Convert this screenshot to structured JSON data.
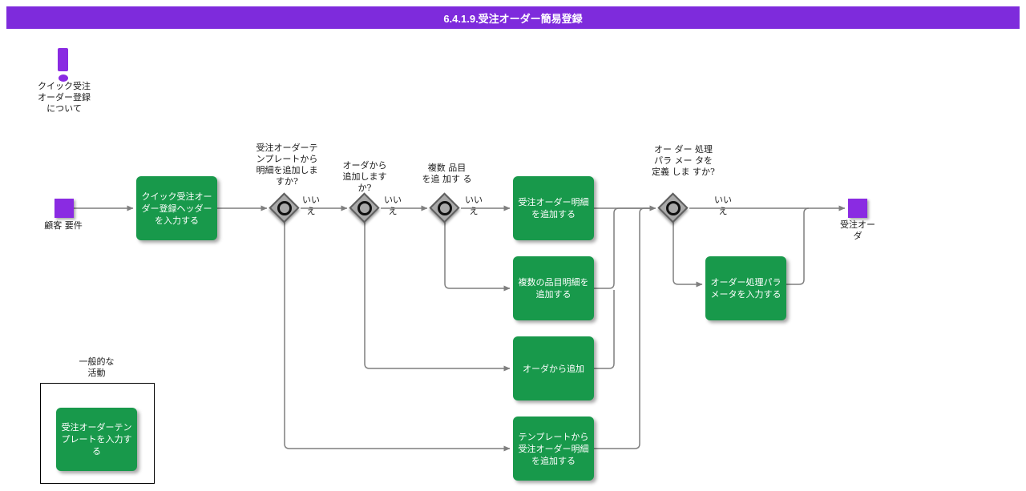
{
  "title": "6.4.1.9.受注オーダー簡易登録",
  "note": {
    "label": "クイック受注\nオーダー登録\nについて"
  },
  "start": {
    "label": "顧客 要件"
  },
  "end": {
    "label": "受注オー\nダ"
  },
  "tasks": [
    {
      "label": "クイック受注オー\nダー登録ヘッダー\nを入力する"
    },
    {
      "label": "受注オーダー明細\nを追加する"
    },
    {
      "label": "複数の品目明細を\n追加する"
    },
    {
      "label": "オーダから追加"
    },
    {
      "label": "テンプレートから\n受注オーダー明細\nを追加する"
    },
    {
      "label": "オーダー処理パラ\nメータを入力する"
    }
  ],
  "gateways": [
    {
      "question": "受注オーダーテ\nンプレートから\n明細を追加しま\nすか?",
      "no_label": "いいえ"
    },
    {
      "question": "オーダから\n追加します\nか?",
      "no_label": "いいえ"
    },
    {
      "question": "複数 品目\nを追 加す る",
      "no_label": "いいえ"
    },
    {
      "question": "オー ダー 処理\nパラ メー タを\n定義 しま すか?",
      "no_label": "いいえ"
    }
  ],
  "legend": {
    "title": "一般的な\n活動",
    "item_label": "受注オーダーテン\nプレートを入力す\nる"
  },
  "colors": {
    "accent_purple": "#8a2be2",
    "title_bar_purple": "#7e2bdc",
    "task_green": "#18994b",
    "connector_gray": "#7f7f7f",
    "gateway_gray": "#a9a9a9"
  }
}
